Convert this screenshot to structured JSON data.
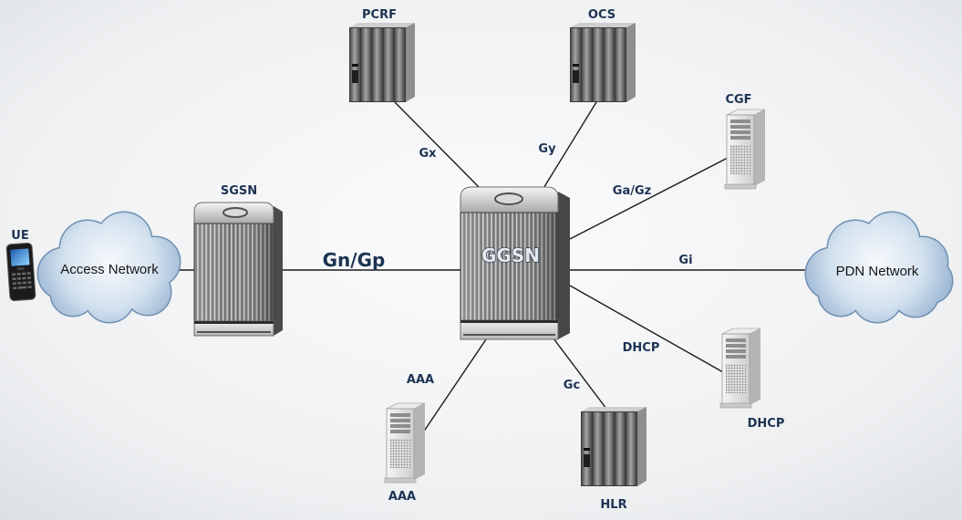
{
  "nodes": {
    "ue": {
      "label": "UE",
      "icon": "mobile-phone-icon"
    },
    "access_network": {
      "label": "Access Network",
      "icon": "cloud-icon"
    },
    "sgsn": {
      "label": "SGSN",
      "icon": "router-chassis-icon"
    },
    "ggsn": {
      "label": "GGSN",
      "icon": "router-chassis-icon"
    },
    "pcrf": {
      "label": "PCRF",
      "icon": "server-rack-icon"
    },
    "ocs": {
      "label": "OCS",
      "icon": "server-rack-icon"
    },
    "cgf": {
      "label": "CGF",
      "icon": "tower-server-icon"
    },
    "pdn_network": {
      "label": "PDN Network",
      "icon": "cloud-icon"
    },
    "dhcp": {
      "label": "DHCP",
      "icon": "tower-server-icon"
    },
    "hlr": {
      "label": "HLR",
      "icon": "server-rack-icon"
    },
    "aaa": {
      "label": "AAA",
      "icon": "tower-server-icon"
    }
  },
  "interfaces": {
    "gn_gp": "Gn/Gp",
    "gx": "Gx",
    "gy": "Gy",
    "ga_gz": "Ga/Gz",
    "gi": "Gi",
    "gc": "Gc",
    "dhcp": "DHCP",
    "aaa": "AAA"
  },
  "colors": {
    "label": "#1c3352",
    "line": "#1b1b1b",
    "background": "#eceef0"
  }
}
